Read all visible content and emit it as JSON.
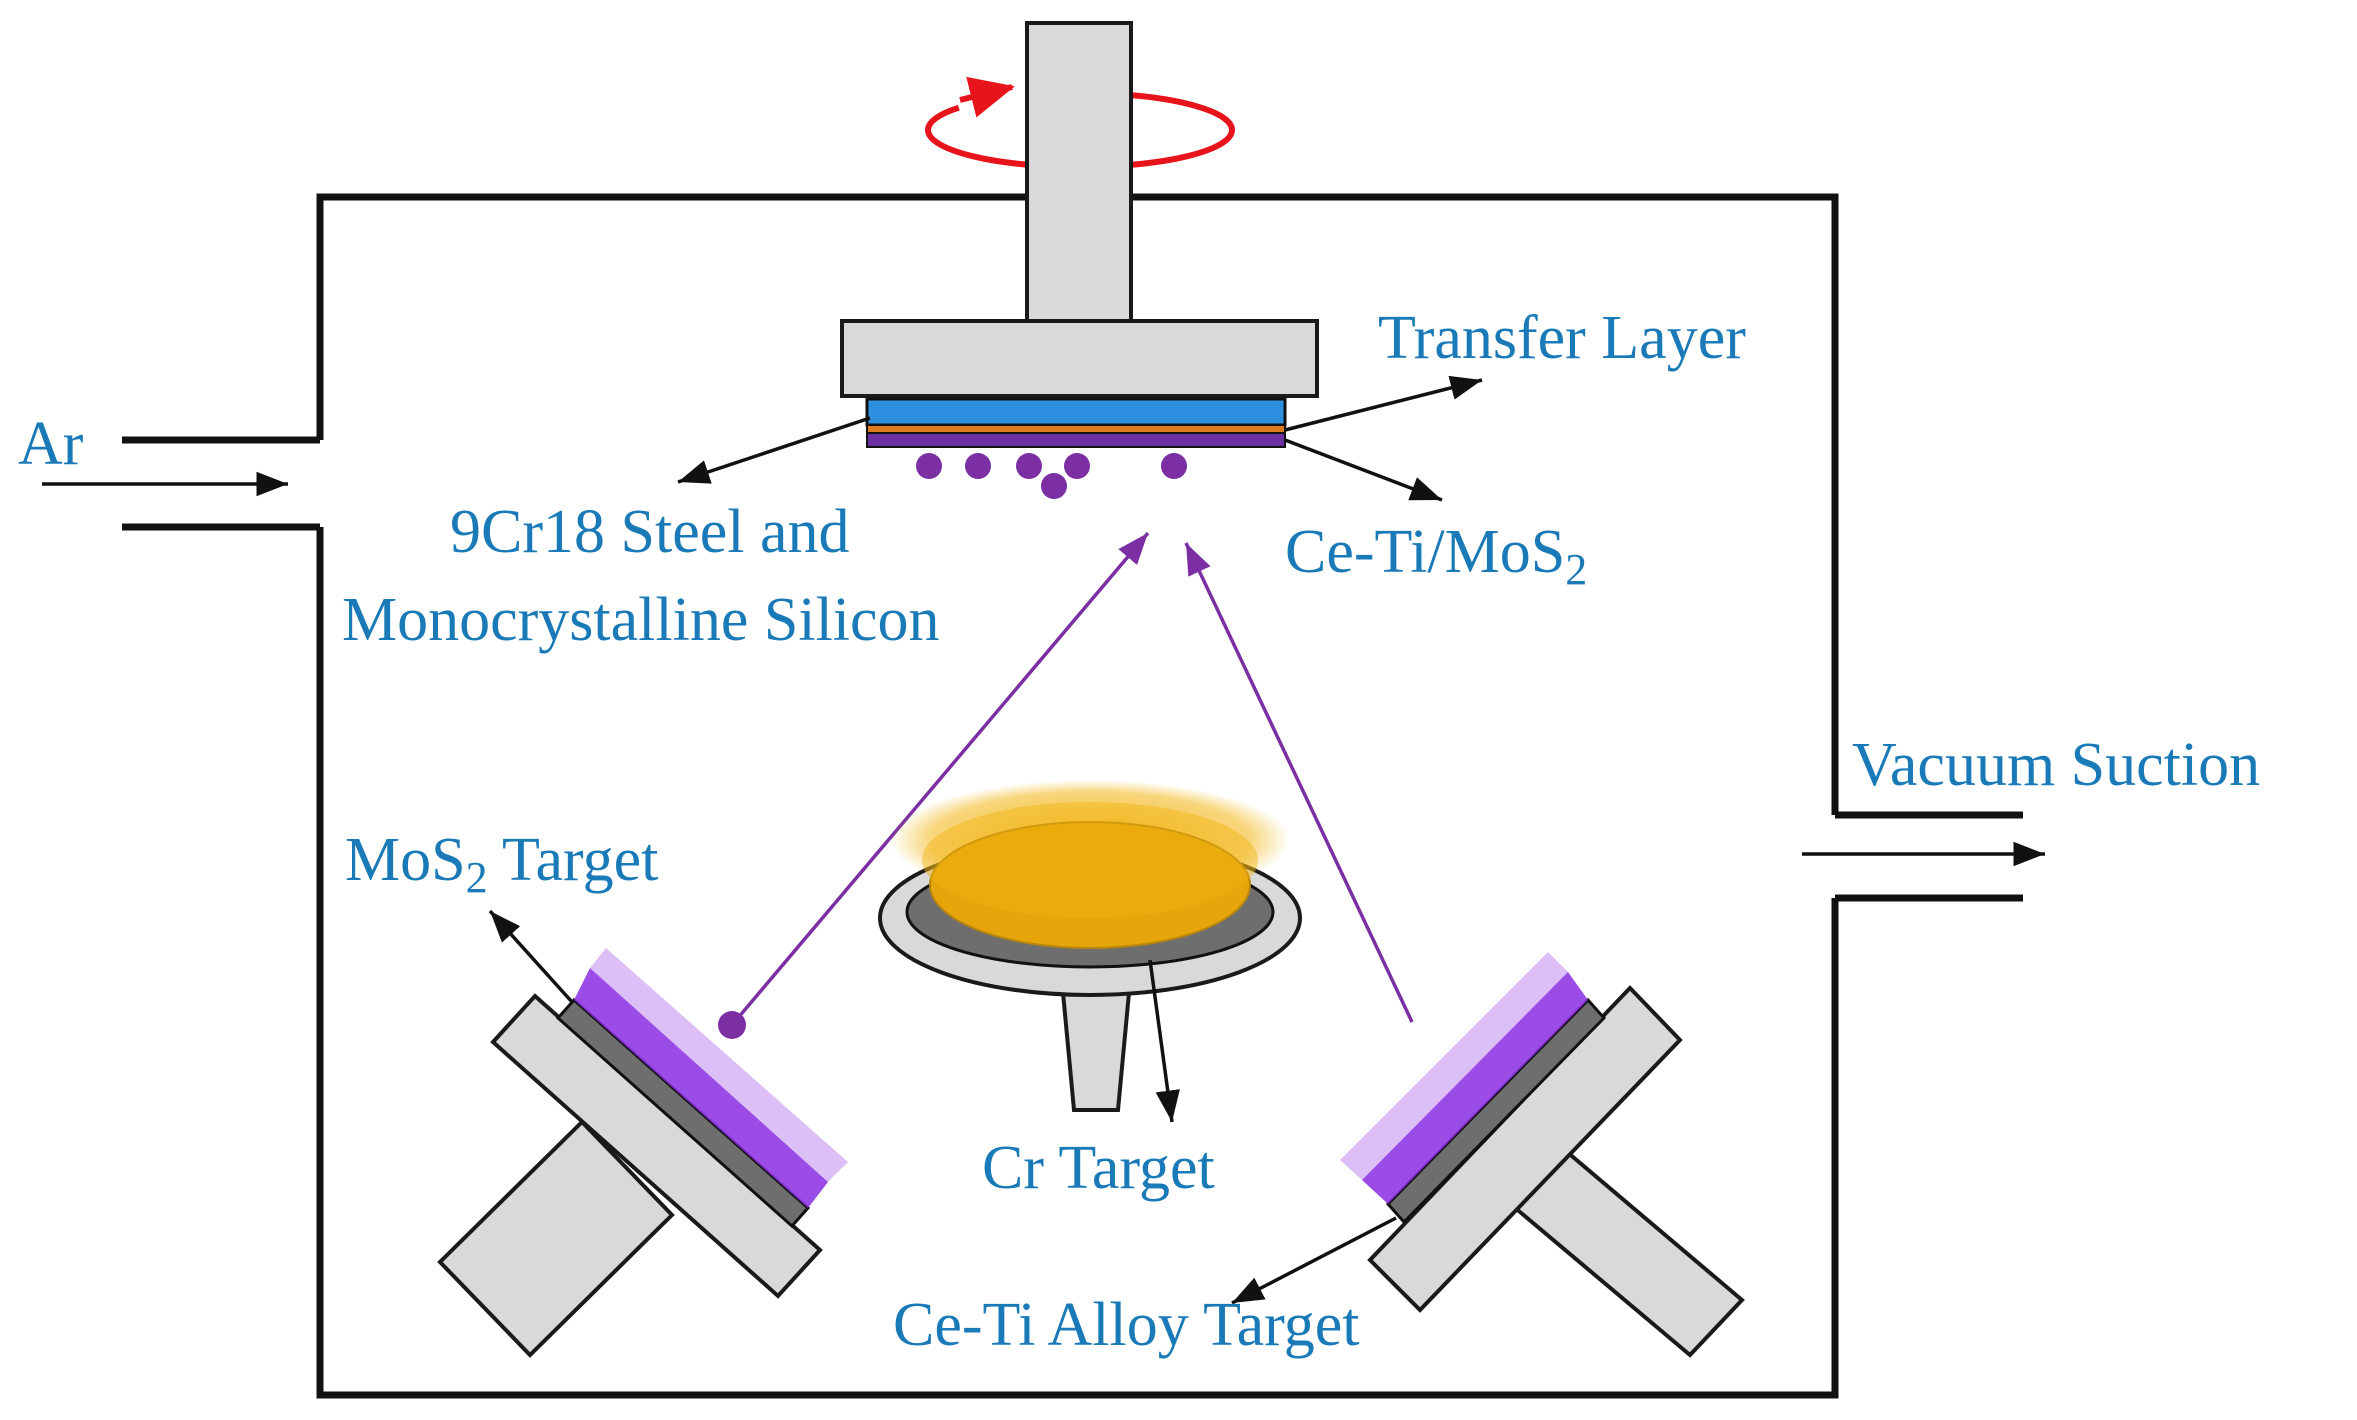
{
  "labels": {
    "ar": "Ar",
    "vacuum_suction": "Vacuum Suction",
    "transfer_layer": "Transfer Layer",
    "substrate_line1": "9Cr18 Steel  and",
    "substrate_line2": "Monocrystalline Silicon",
    "coating": "Ce-Ti/MoS",
    "coating_sub": "2",
    "mos2_target": "MoS",
    "mos2_sub": "2",
    "mos2_target_suffix": " Target",
    "cr_target": "Cr Target",
    "ceti_target": "Ce-Ti Alloy Target"
  },
  "colors": {
    "label_text": "#1a7ab8",
    "outline": "#111111",
    "part_fill": "#d9d9d9",
    "target_plate": "#6e6e6e",
    "plasma": "#8a2be2",
    "particle": "#7b2fa3",
    "rotation_arrow": "#e8141b",
    "substrate_blue": "#2f8fe0",
    "substrate_orange": "#e07a1f",
    "substrate_purple": "#6b2fa3",
    "cr_gold": "#e6a50a"
  },
  "icons": {
    "rotation": "rotation-arrow-icon"
  }
}
